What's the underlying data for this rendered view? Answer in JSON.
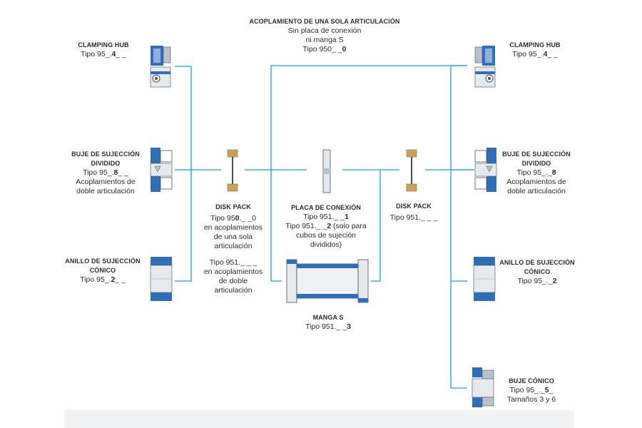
{
  "colors": {
    "line": "#1aa3dd",
    "part_blue": "#2e6fb7",
    "part_grey": "#b9c1cc",
    "part_dark": "#44505e",
    "disk_tan": "#c8a25b"
  },
  "labels": {
    "top_center": {
      "title": "ACOPLAMIENTO DE UNA SOLA ARTICULACIÓN",
      "lines": [
        "Sin placa de conexión",
        "ni manga S"
      ],
      "type_pre": "Tipo 950",
      "type_mid": "_ _",
      "type_bold": "0"
    },
    "clamping_left": {
      "title": "CLAMPING HUB",
      "type_pre": "Tipo 95_.",
      "type_bold": "4",
      "type_post": "_ _"
    },
    "clamping_right": {
      "title": "CLAMPING HUB",
      "type_pre": "Tipo 95_.",
      "type_bold": "4",
      "type_post": "_ _"
    },
    "buje_left": {
      "title1": "BUJE DE SUJECCIÓN",
      "title2": "DIVIDIDO",
      "type_pre": "Tipo 95_.",
      "type_bold": "8",
      "type_post": "_ _",
      "lines": [
        "Acoplamientos de",
        "doble articulación"
      ]
    },
    "buje_right": {
      "title1": "BUJE DE SUJECCIÓN",
      "title2": "DIVIDIDO",
      "type_pre": "Tipo 95_._",
      "type_bold": "8",
      "type_post": "",
      "lines": [
        "Acoplamientos de",
        "doble articulación"
      ]
    },
    "anillo_left": {
      "title1": "ANILLO DE SUJECCIÓN",
      "title2": "CÓNICO",
      "type_pre": "Tipo 95_.",
      "type_bold": "2",
      "type_post": "_ _"
    },
    "anillo_right": {
      "title1": "ANILLO DE SUJECCIÓN",
      "title2": "CÓNICO",
      "type_pre": "Tipo 95_._",
      "type_bold": "2",
      "type_post": ""
    },
    "disk_pack_left": {
      "title": "DISK PACK",
      "type1_pre": "Tipo 95",
      "type1_bold": "0",
      "type1_post": "._ _0",
      "lines1": [
        "en acoplamientos",
        "de una sola",
        "articulación"
      ],
      "type2": "Tipo 951._ _ _",
      "lines2": [
        "en acoplamientos",
        "de doble",
        "articulación"
      ]
    },
    "placa": {
      "title": "PLACA DE CONEXIÓN",
      "type1_pre": "Tipo 951._ _",
      "type1_bold": "1",
      "type2_pre": "Tipo 951._ _",
      "type2_bold": "2",
      "type2_post": " (solo para",
      "lines": [
        "cubos de  sujeción",
        "divididos)"
      ]
    },
    "disk_pack_right": {
      "title": "DISK PACK",
      "type": "Tipo 951._ _ _"
    },
    "manga": {
      "title": "MANGA S",
      "type_pre": "Tipo 951._ _",
      "type_bold": "3"
    },
    "buje_conico": {
      "title": "BUJE CÓNICO",
      "type_pre": "Tipo 95_._",
      "type_bold": "5",
      "type_post": "_",
      "lines": [
        "Tamaños 3 y 6"
      ]
    }
  }
}
